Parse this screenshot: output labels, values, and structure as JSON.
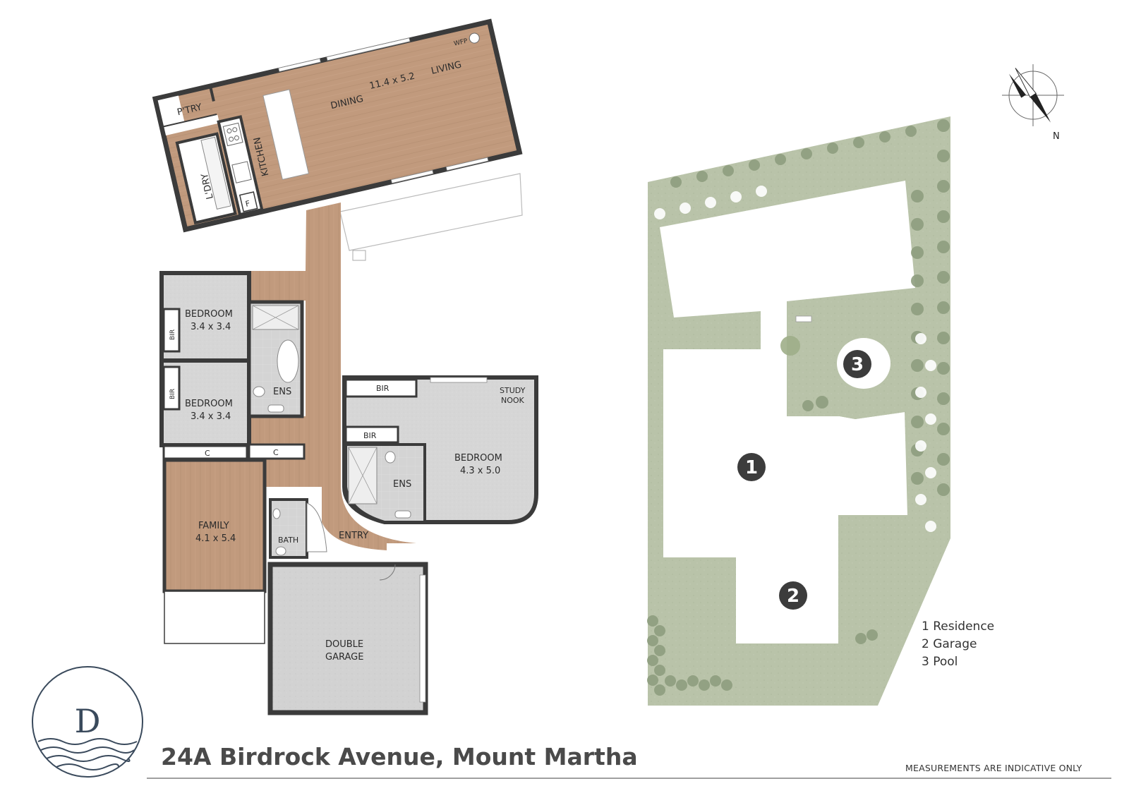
{
  "floor_plan": {
    "rooms": {
      "pantry": "P'TRY",
      "kitchen": "KITCHEN",
      "laundry": "L'DRY",
      "fridge": "F",
      "dining": "DINING",
      "living": "LIVING",
      "living_size": "11.4 x 5.2",
      "wfp": "WFP",
      "bedroom_1": "BEDROOM",
      "bedroom_1_size": "3.4 x 3.4",
      "bedroom_2": "BEDROOM",
      "bedroom_2_size": "3.4 x 3.4",
      "bir_1": "BIR",
      "bir_2": "BIR",
      "bir_3": "BIR",
      "bir_4": "BIR",
      "ens_1": "ENS",
      "ens_2": "ENS",
      "study_line1": "STUDY",
      "study_line2": "NOOK",
      "master": "BEDROOM",
      "master_size": "4.3 x 5.0",
      "c_1": "C",
      "c_2": "C",
      "family": "FAMILY",
      "family_size": "4.1 x 5.4",
      "bath": "BATH",
      "entry": "ENTRY",
      "garage_line1": "DOUBLE",
      "garage_line2": "GARAGE"
    }
  },
  "site_plan": {
    "markers": [
      "1",
      "2",
      "3"
    ],
    "legend": [
      "1 Residence",
      "2 Garage",
      "3 Pool"
    ],
    "north_label": "N"
  },
  "logo_letter": "D",
  "address": "24A Birdrock Avenue, Mount Martha",
  "disclaimer": "MEASUREMENTS ARE INDICATIVE ONLY",
  "colors": {
    "timber": "#c19a7d",
    "tile": "#d6d6d6",
    "wall": "#3b3b3b",
    "lawn": "#b9c3a9",
    "tree": "#8e9d7e",
    "marker": "#3c3c3c",
    "logo": "#3a4a5c"
  }
}
